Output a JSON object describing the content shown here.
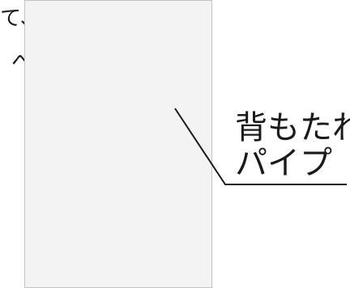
{
  "text_fragment": {
    "line_1": "て、",
    "line_2": "へ"
  },
  "callout": {
    "line_1": "背もたれ",
    "line_2": "パイプ"
  },
  "colors": {
    "ink": "#1a1a1a",
    "background": "#ffffff"
  }
}
